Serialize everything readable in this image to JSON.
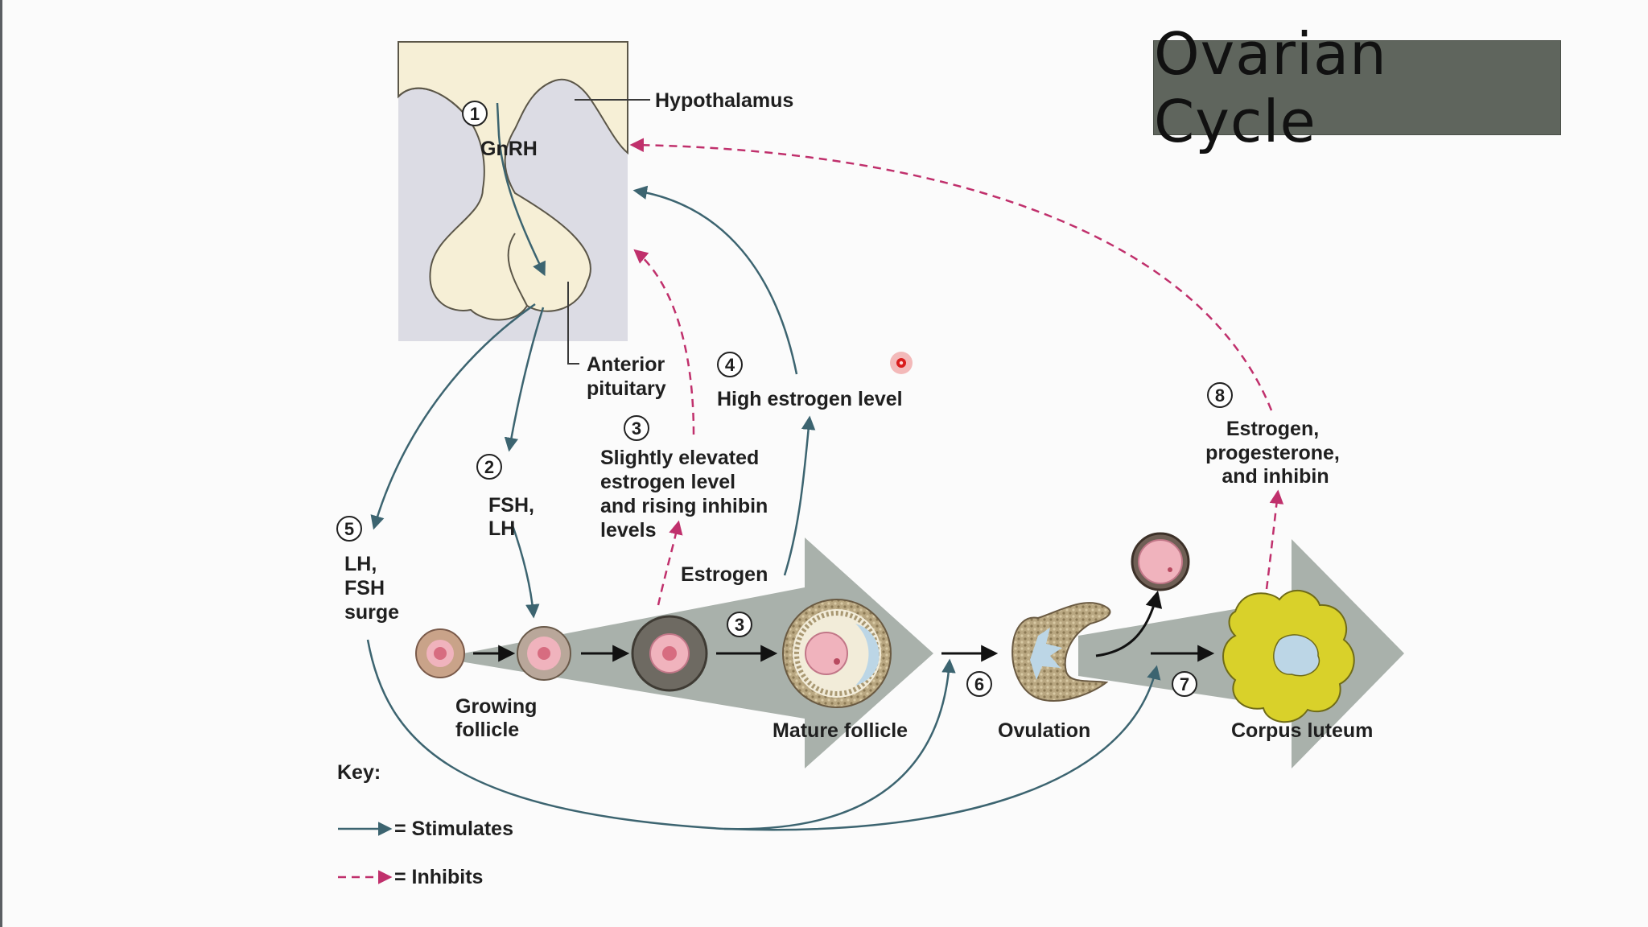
{
  "title": "Ovarian Cycle",
  "labels": {
    "hypothalamus": "Hypothalamus",
    "gnrh": "GnRH",
    "anterior_pituitary": [
      "Anterior",
      "pituitary"
    ],
    "fsh_lh": [
      "FSH,",
      "LH"
    ],
    "lh_fsh_surge": [
      "LH,",
      "FSH",
      "surge"
    ],
    "slightly_elevated": [
      "Slightly elevated",
      "estrogen level",
      "and rising inhibin",
      "levels"
    ],
    "high_estrogen": "High estrogen level",
    "estrogen": "Estrogen",
    "growing_follicle": [
      "Growing",
      "follicle"
    ],
    "mature_follicle": "Mature follicle",
    "ovulation": "Ovulation",
    "corpus_luteum": "Corpus luteum",
    "estrogen_prog_inhibin": [
      "Estrogen,",
      "progesterone,",
      "and inhibin"
    ]
  },
  "steps": {
    "s1": "1",
    "s2": "2",
    "s3a": "3",
    "s3b": "3",
    "s4": "4",
    "s5": "5",
    "s6": "6",
    "s7": "7",
    "s8": "8"
  },
  "key": {
    "title": "Key:",
    "stimulates": "= Stimulates",
    "inhibits": "= Inhibits"
  },
  "colors": {
    "stimulate_arrow": "#3c6470",
    "inhibit_arrow": "#c0306c",
    "big_arrow": "#9aa39c",
    "brain_tissue": "#f6efd6",
    "brain_bg": "#dcdce4",
    "follicle_pink": "#e78b9a",
    "corpus_yellow": "#d9d12a",
    "title_bg": "#5f655d"
  }
}
